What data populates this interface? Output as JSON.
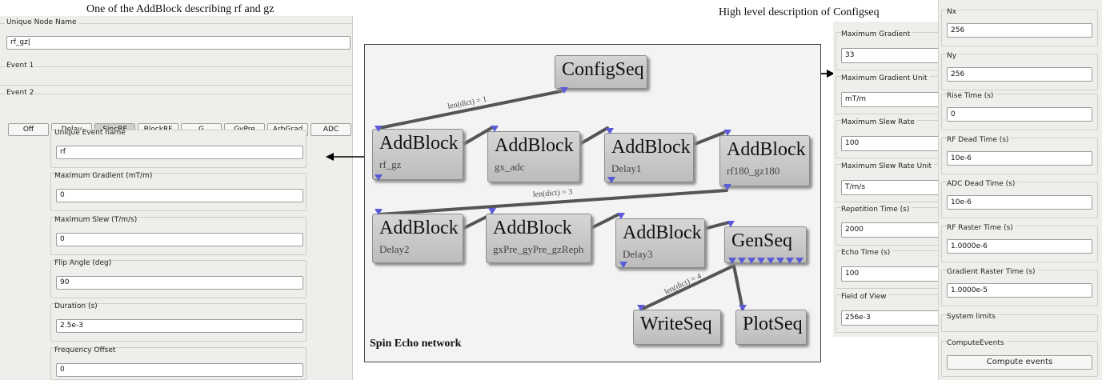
{
  "captions": {
    "left": "One of the AddBlock describing rf and gz",
    "right": "High level description  of  Configseq"
  },
  "left_panel": {
    "unique_node_name_label": "Unique Node Name",
    "unique_node_name_value": "rf_gz|",
    "event1_label": "Event 1",
    "event2_label": "Event 2",
    "event_buttons": [
      "Off",
      "Delay",
      "SincRF",
      "BlockRF",
      "G",
      "GyPre",
      "ArbGrad",
      "ADC"
    ],
    "active_event": "SincRF",
    "fields": [
      {
        "label": "Unique Event name",
        "value": "rf"
      },
      {
        "label": "Maximum Gradient (mT/m)",
        "value": "0"
      },
      {
        "label": "Maximum Slew (T/m/s)",
        "value": "0"
      },
      {
        "label": "Flip Angle (deg)",
        "value": "90"
      },
      {
        "label": "Duration (s)",
        "value": "2.5e-3"
      },
      {
        "label": "Frequency Offset",
        "value": "0"
      }
    ]
  },
  "network": {
    "label": "Spin Echo network",
    "nodes": [
      {
        "title": "ConfigSeq",
        "subtitle": ""
      },
      {
        "title": "AddBlock",
        "subtitle": "rf_gz"
      },
      {
        "title": "AddBlock",
        "subtitle": "gx_adc"
      },
      {
        "title": "AddBlock",
        "subtitle": "Delay1"
      },
      {
        "title": "AddBlock",
        "subtitle": "rf180_gz180"
      },
      {
        "title": "AddBlock",
        "subtitle": "Delay2"
      },
      {
        "title": "AddBlock",
        "subtitle": "gxPre_gyPre_gzReph"
      },
      {
        "title": "AddBlock",
        "subtitle": "Delay3"
      },
      {
        "title": "GenSeq",
        "subtitle": ""
      },
      {
        "title": "WriteSeq",
        "subtitle": ""
      },
      {
        "title": "PlotSeq",
        "subtitle": ""
      }
    ],
    "edge_labels": [
      "len(dict) = 1",
      "len(dict) = 3",
      "len(dict) = 4"
    ]
  },
  "config_panel_a": [
    {
      "label": "Maximum Gradient",
      "value": "33"
    },
    {
      "label": "Maximum Gradient Unit",
      "value": "mT/m"
    },
    {
      "label": "Maximum Slew Rate",
      "value": "100"
    },
    {
      "label": "Maximum Slew Rate Unit",
      "value": "T/m/s"
    },
    {
      "label": "Repetition Time (s)",
      "value": "2000"
    },
    {
      "label": "Echo Time (s)",
      "value": "100"
    },
    {
      "label": "Field of View",
      "value": "256e-3"
    }
  ],
  "config_panel_b": [
    {
      "label": "Nx",
      "value": "256"
    },
    {
      "label": "Ny",
      "value": "256"
    },
    {
      "label": "Rise Time (s)",
      "value": "0"
    },
    {
      "label": "RF Dead Time (s)",
      "value": "10e-6"
    },
    {
      "label": "ADC Dead Time (s)",
      "value": "10e-6"
    },
    {
      "label": "RF Raster Time (s)",
      "value": "1.0000e-6"
    },
    {
      "label": "Gradient Raster Time (s)",
      "value": "1.0000e-5"
    }
  ],
  "system_limits_label": "System limits",
  "compute_events_label": "ComputeEvents",
  "compute_events_button": "Compute events"
}
